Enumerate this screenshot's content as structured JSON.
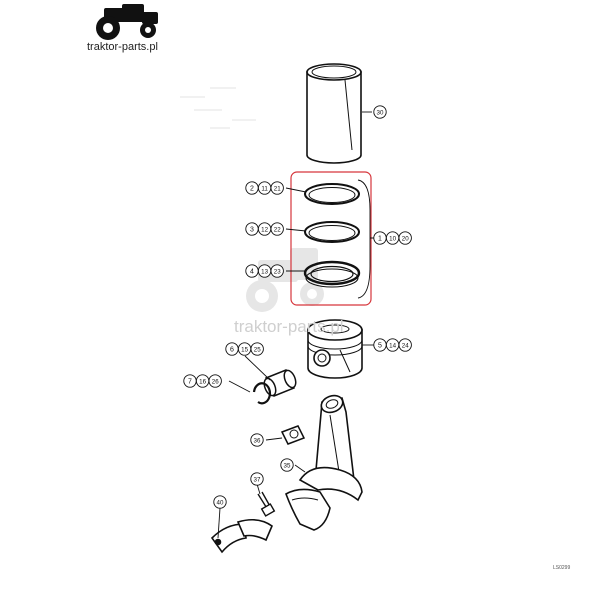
{
  "watermark": {
    "brand": "traktor-parts.pl",
    "color": "#cfcfcf"
  },
  "logo": {
    "site": "traktor-parts.pl",
    "icon": "tractor-icon"
  },
  "drawing_code": "LS0299",
  "frame_color": "#d6363c",
  "callouts": [
    {
      "id": "c30",
      "labels": [
        "30"
      ]
    },
    {
      "id": "c-ring1",
      "labels": [
        "2",
        "11",
        "21"
      ]
    },
    {
      "id": "c-ring2",
      "labels": [
        "3",
        "12",
        "22"
      ]
    },
    {
      "id": "c-ring3",
      "labels": [
        "4",
        "13",
        "23"
      ]
    },
    {
      "id": "c-ringset",
      "labels": [
        "1",
        "10",
        "20"
      ]
    },
    {
      "id": "c-piston",
      "labels": [
        "5",
        "14",
        "24"
      ]
    },
    {
      "id": "c-pin",
      "labels": [
        "6",
        "15",
        "25"
      ]
    },
    {
      "id": "c-clip",
      "labels": [
        "7",
        "16",
        "26"
      ]
    },
    {
      "id": "c36",
      "labels": [
        "36"
      ]
    },
    {
      "id": "c35",
      "labels": [
        "35"
      ]
    },
    {
      "id": "c37",
      "labels": [
        "37"
      ]
    },
    {
      "id": "c40",
      "labels": [
        "40"
      ]
    }
  ]
}
